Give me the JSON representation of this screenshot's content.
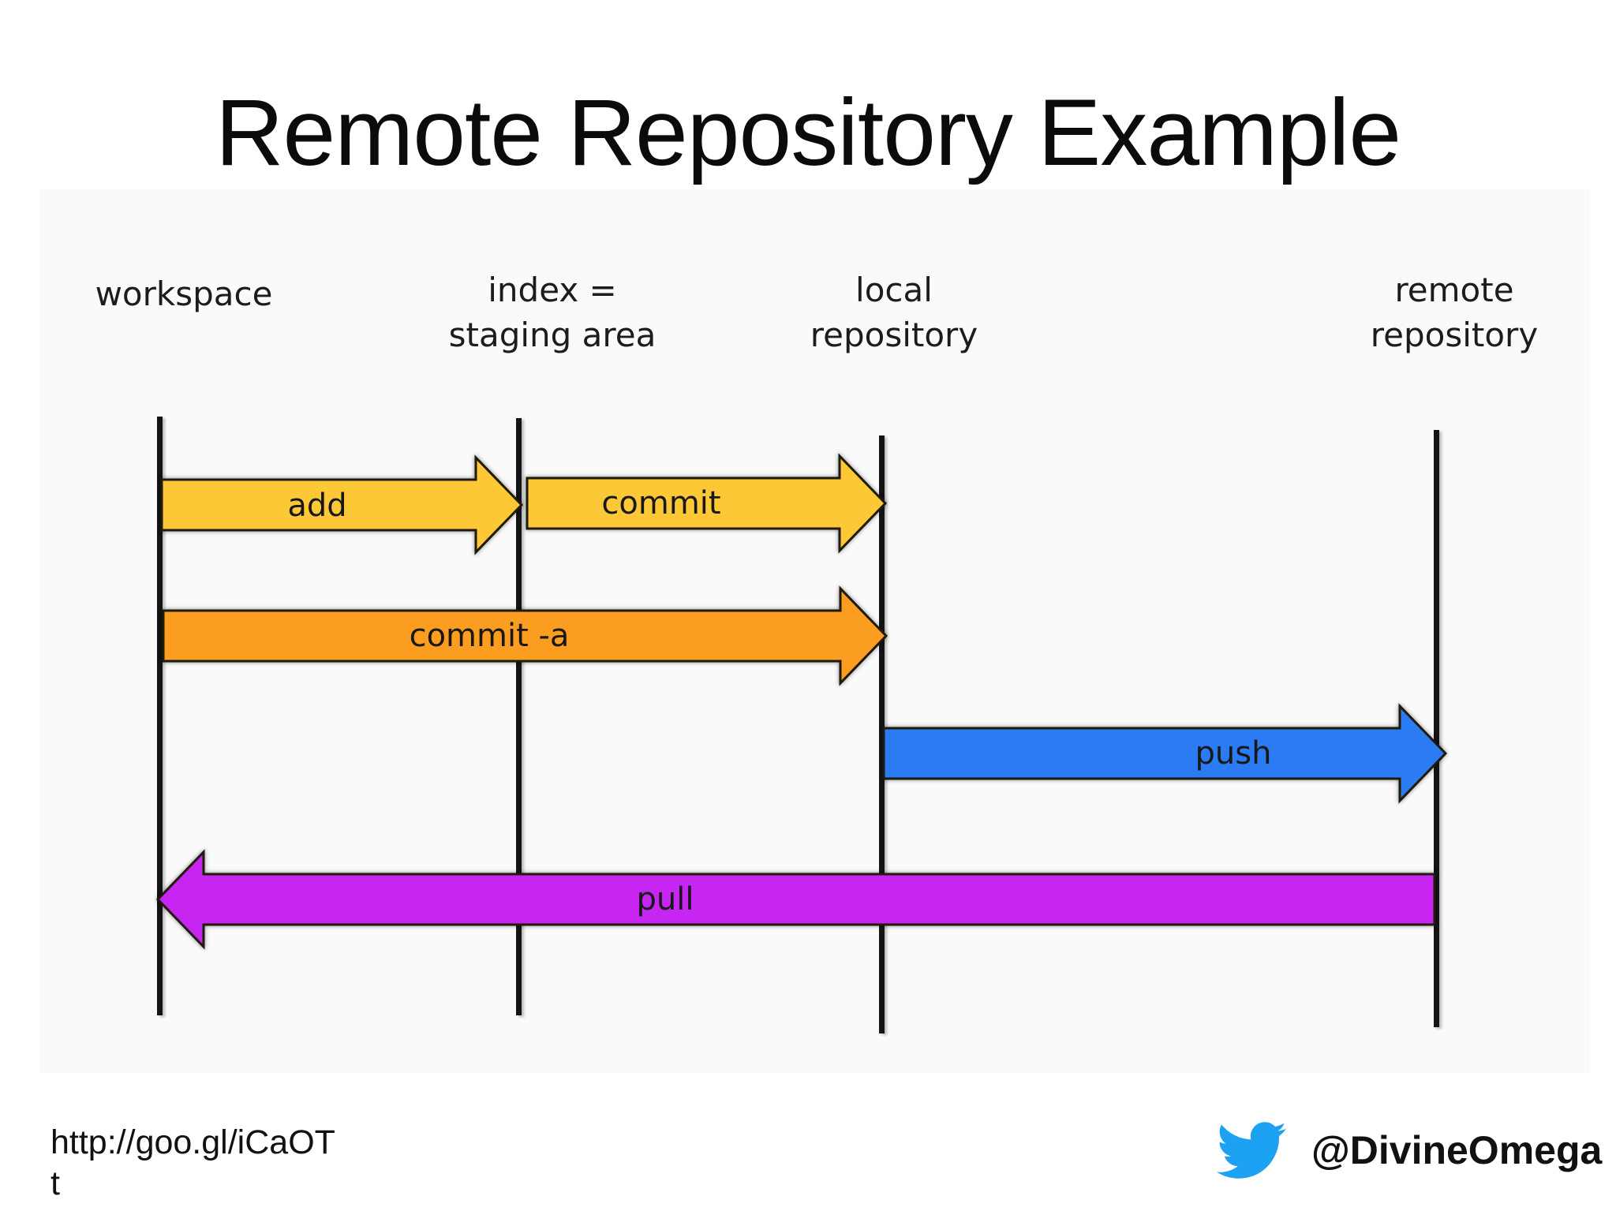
{
  "title": "Remote Repository Example",
  "diagram": {
    "columns": [
      {
        "id": "workspace",
        "label": "workspace"
      },
      {
        "id": "index",
        "label": "index =\nstaging area"
      },
      {
        "id": "local-repository",
        "label": "local\nrepository"
      },
      {
        "id": "remote-repository",
        "label": "remote\nrepository"
      }
    ],
    "arrows": [
      {
        "label": "add",
        "color": "#FDC835",
        "from": "workspace",
        "to": "index",
        "direction": "right"
      },
      {
        "label": "commit",
        "color": "#FDC835",
        "from": "index",
        "to": "local-repository",
        "direction": "right"
      },
      {
        "label": "commit -a",
        "color": "#FA9D21",
        "from": "workspace",
        "to": "local-repository",
        "direction": "right"
      },
      {
        "label": "push",
        "color": "#2B7BF3",
        "from": "local-repository",
        "to": "remote-repository",
        "direction": "right"
      },
      {
        "label": "pull",
        "color": "#C726F2",
        "from": "remote-repository",
        "to": "workspace",
        "direction": "left"
      }
    ],
    "line_color": "#141414"
  },
  "footer": {
    "link_text": "http://goo.gl/iCaOT\nt",
    "twitter_handle": "@DivineOmega",
    "twitter_icon_color": "#1DA1F2"
  }
}
